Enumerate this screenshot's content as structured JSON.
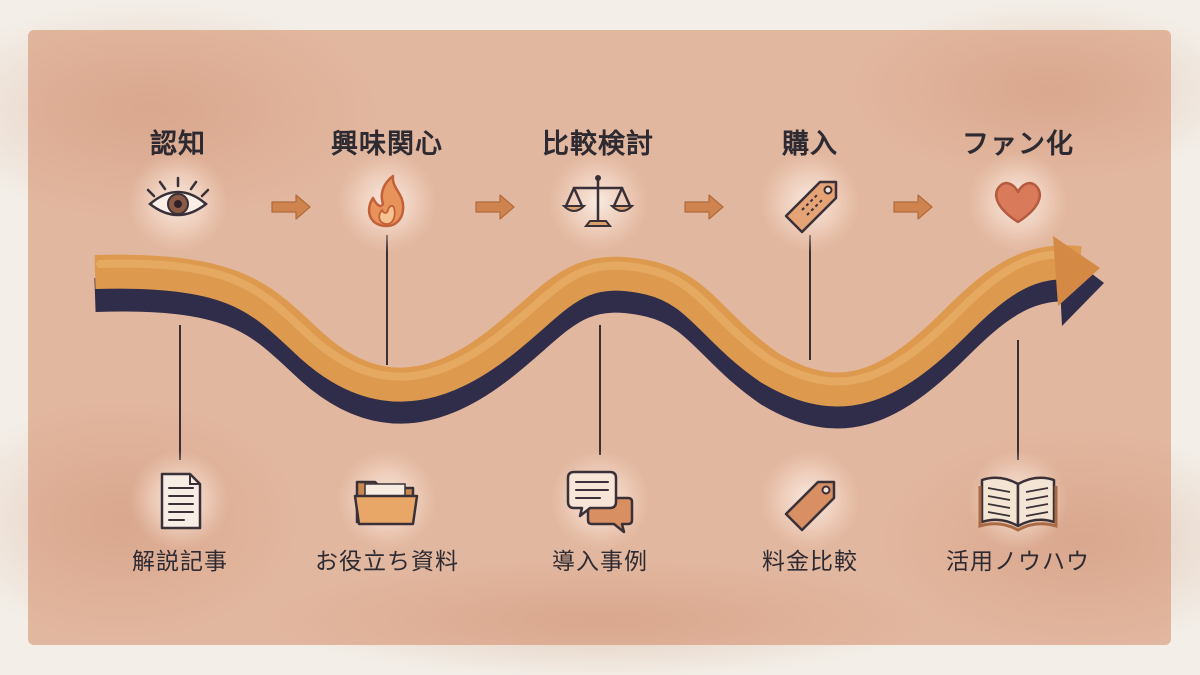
{
  "stages": [
    {
      "title": "認知",
      "icon": "eye-icon"
    },
    {
      "title": "興味関心",
      "icon": "flame-icon"
    },
    {
      "title": "比較検討",
      "icon": "scales-icon"
    },
    {
      "title": "購入",
      "icon": "price-tag-icon"
    },
    {
      "title": "ファン化",
      "icon": "heart-icon"
    }
  ],
  "contents": [
    {
      "label": "解説記事",
      "icon": "document-icon"
    },
    {
      "label": "お役立ち資料",
      "icon": "folder-icon"
    },
    {
      "label": "導入事例",
      "icon": "speech-bubbles-icon"
    },
    {
      "label": "料金比較",
      "icon": "tag-icon"
    },
    {
      "label": "活用ノウハウ",
      "icon": "open-book-icon"
    }
  ],
  "colors": {
    "panel": "#e2b79f",
    "path_orange": "#dd9a4e",
    "path_shadow": "#2f2d4a",
    "icon_stroke": "#3a3138",
    "accent": "#cf8450",
    "text": "#2e2a32"
  }
}
